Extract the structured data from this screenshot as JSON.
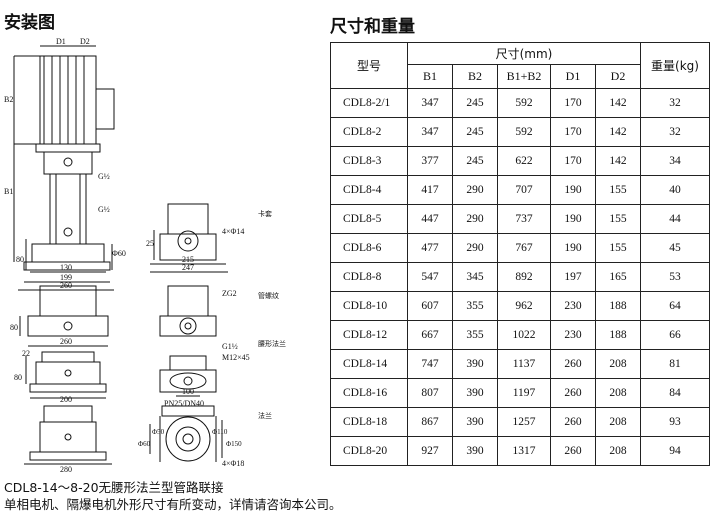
{
  "install_title": "安装图",
  "dims_title": "尺寸和重量",
  "drawing": {
    "dim_d1": "D1",
    "dim_d2": "D2",
    "dim_b2": "B2",
    "dim_b1": "B1",
    "dim_80": "80",
    "dim_phi60": "Φ60",
    "dim_130": "130",
    "dim_199": "199",
    "dim_260a": "260",
    "dim_25": "25",
    "dim_215": "215",
    "dim_247": "247",
    "hole_4x14": "4×Φ14",
    "label_std": "卡套",
    "zg2": "ZG2",
    "label_thread": "管螺纹",
    "dim_260b": "260",
    "dim_80b": "80",
    "dim_22": "22",
    "dim_80c": "80",
    "g_label_3": "G1½",
    "m12": "M12×45",
    "label_waist": "腰形法兰",
    "dim_100": "100",
    "dim_200": "200",
    "pn": "PN25/DN40",
    "label_flange": "法兰",
    "dim_50": "Φ50",
    "dim_110": "Φ110",
    "dim_150": "Φ150",
    "dim_60b": "Φ60",
    "hole_4x18": "4×Φ18",
    "dim_280": "280",
    "g_label_1": "G½",
    "g_label_2": "G½"
  },
  "table": {
    "col_model": "型号",
    "col_size": "尺寸(mm)",
    "col_weight": "重量(kg)",
    "sub_cols": [
      "B1",
      "B2",
      "B1+B2",
      "D1",
      "D2"
    ],
    "rows": [
      [
        "CDL8-2/1",
        "347",
        "245",
        "592",
        "170",
        "142",
        "32"
      ],
      [
        "CDL8-2",
        "347",
        "245",
        "592",
        "170",
        "142",
        "32"
      ],
      [
        "CDL8-3",
        "377",
        "245",
        "622",
        "170",
        "142",
        "34"
      ],
      [
        "CDL8-4",
        "417",
        "290",
        "707",
        "190",
        "155",
        "40"
      ],
      [
        "CDL8-5",
        "447",
        "290",
        "737",
        "190",
        "155",
        "44"
      ],
      [
        "CDL8-6",
        "477",
        "290",
        "767",
        "190",
        "155",
        "45"
      ],
      [
        "CDL8-8",
        "547",
        "345",
        "892",
        "197",
        "165",
        "53"
      ],
      [
        "CDL8-10",
        "607",
        "355",
        "962",
        "230",
        "188",
        "64"
      ],
      [
        "CDL8-12",
        "667",
        "355",
        "1022",
        "230",
        "188",
        "66"
      ],
      [
        "CDL8-14",
        "747",
        "390",
        "1137",
        "260",
        "208",
        "81"
      ],
      [
        "CDL8-16",
        "807",
        "390",
        "1197",
        "260",
        "208",
        "84"
      ],
      [
        "CDL8-18",
        "867",
        "390",
        "1257",
        "260",
        "208",
        "93"
      ],
      [
        "CDL8-20",
        "927",
        "390",
        "1317",
        "260",
        "208",
        "94"
      ]
    ]
  },
  "note1": "CDL8-14～8-20无腰形法兰型管路联接",
  "note2": "单相电机、隔爆电机外形尺寸有所变动，详情请咨询本公司。"
}
